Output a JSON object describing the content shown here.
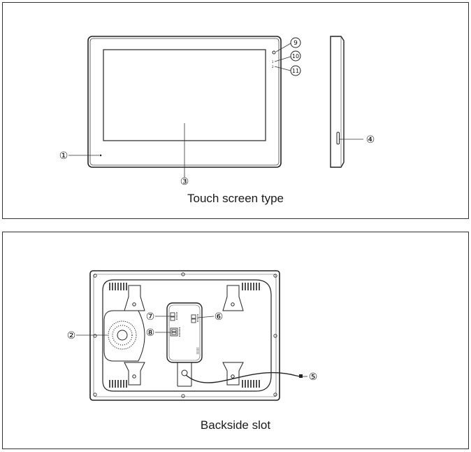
{
  "front_view": {
    "caption": "Touch screen type",
    "indicator_marks": [
      "1",
      "2"
    ],
    "callouts": [
      "①",
      "③",
      "④",
      "9",
      "10",
      "11"
    ]
  },
  "back_view": {
    "caption": "Backside slot",
    "callouts": [
      "②",
      "⑤",
      "⑥",
      "⑦",
      "⑧"
    ]
  }
}
